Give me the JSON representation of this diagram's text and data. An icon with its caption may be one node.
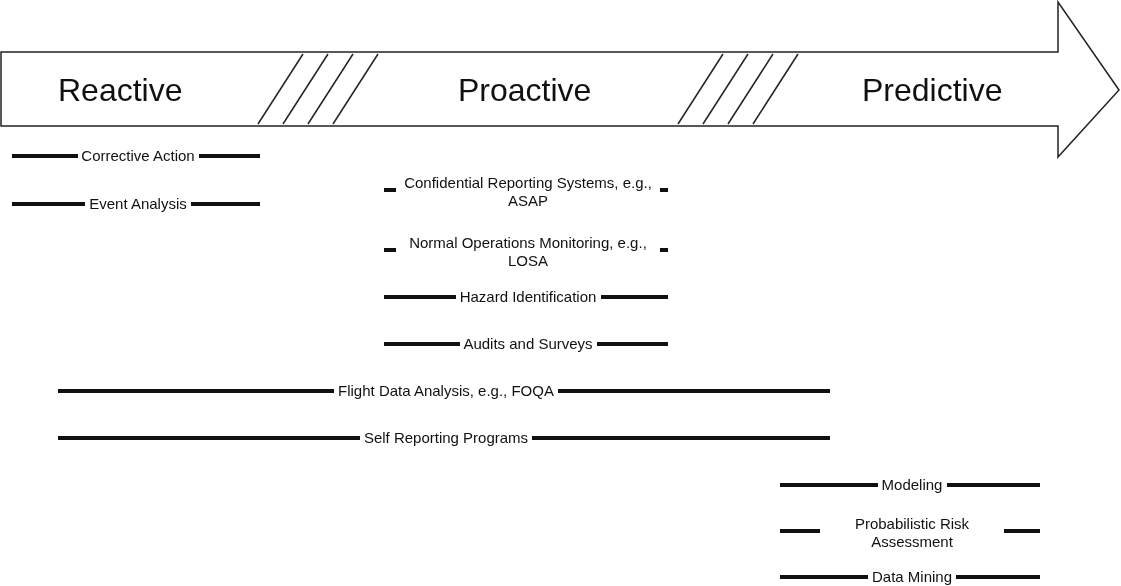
{
  "diagram": {
    "nodes": [
      {
        "text": [
          "Reactive",
          "Proactive",
          "Predictive"
        ]
      }
    ],
    "labels": [
      "Corrective Action",
      "Event Analysis",
      "Confidential Reporting Systems, e.g., ASAP",
      "Normal Operations Monitoring, e.g., LOSA",
      "Hazard Identification",
      "Audits and Surveys",
      "Flight Data Analysis, e.g., FOQA",
      "Self Reporting Programs",
      "Modeling",
      "Probabilistic Risk Assessment",
      "Data Mining"
    ]
  }
}
